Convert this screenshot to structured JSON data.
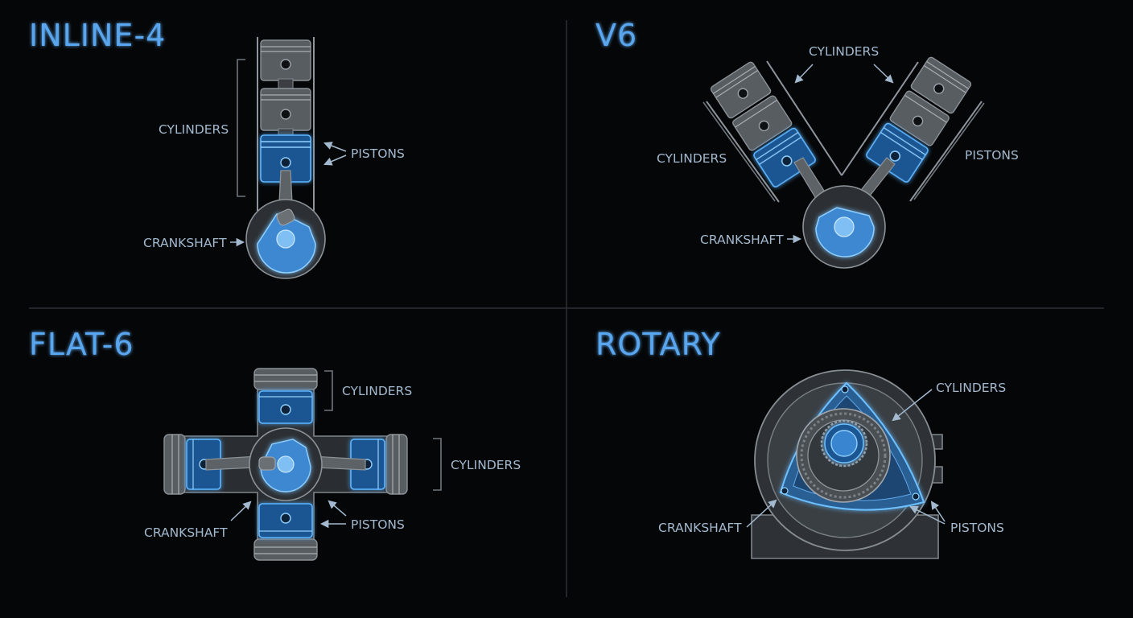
{
  "panels": {
    "inline4": {
      "title": "INLINE-4",
      "labels": {
        "cylinders": "CYLINDERS",
        "pistons": "PISTONS",
        "crankshaft": "CRANKSHAFT"
      }
    },
    "v6": {
      "title": "V6",
      "labels": {
        "cylinders_top": "CYLINDERS",
        "cylinders_left": "CYLINDERS",
        "pistons": "PISTONS",
        "crankshaft": "CRANKSHAFT"
      }
    },
    "flat6": {
      "title": "FLAT-6",
      "labels": {
        "cylinders_top": "CYLINDERS",
        "cylinders_right": "CYLINDERS",
        "crankshaft": "CRANKSHAFT",
        "pistons": "PISTONS"
      }
    },
    "rotary": {
      "title": "ROTARY",
      "labels": {
        "cylinders": "CYLINDERS",
        "crankshaft": "CRANKSHAFT",
        "pistons": "PISTONS"
      }
    }
  },
  "colors": {
    "background": "#050607",
    "title_blue": "#5aa6ee",
    "label_gray": "#a3b9cf",
    "highlight_blue": "#3a85cf",
    "divider": "#2c3137"
  }
}
